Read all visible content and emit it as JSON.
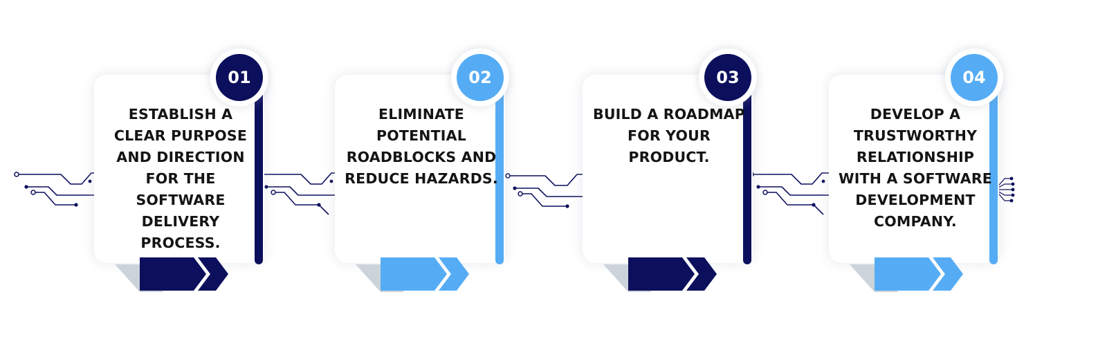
{
  "colors": {
    "navy": "#0b0f5c",
    "sky": "#55acf5",
    "shadow": "#cdd3da",
    "text": "#141414"
  },
  "steps": [
    {
      "number": "01",
      "color": "navy",
      "text": "ESTABLISH A CLEAR PURPOSE AND DIRECTION FOR THE SOFTWARE DELIVERY PROCESS."
    },
    {
      "number": "02",
      "color": "sky",
      "text": "ELIMINATE POTENTIAL ROADBLOCKS AND REDUCE HAZARDS."
    },
    {
      "number": "03",
      "color": "navy",
      "text": "BUILD A ROADMAP FOR YOUR PRODUCT."
    },
    {
      "number": "04",
      "color": "sky",
      "text": "DEVELOP A TRUSTWORTHY RELATIONSHIP WITH A SOFTWARE DEVELOPMENT COMPANY."
    }
  ]
}
